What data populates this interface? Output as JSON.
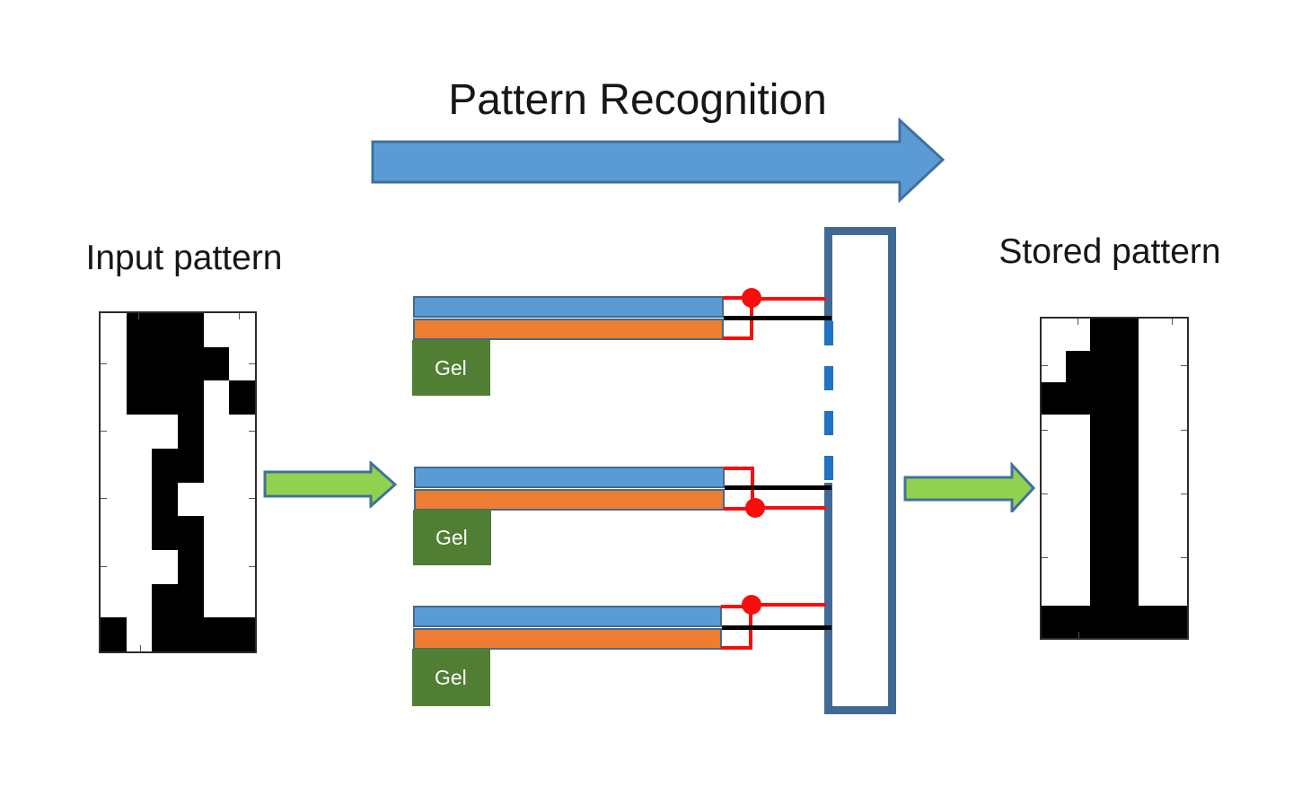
{
  "title": "Pattern Recognition",
  "input_label": "Input pattern",
  "stored_label": "Stored pattern",
  "devices": [
    {
      "gel_label": "Gel"
    },
    {
      "gel_label": "Gel"
    },
    {
      "gel_label": "Gel"
    }
  ],
  "input_pattern": {
    "rows": 10,
    "cols": 6,
    "grid": [
      [
        0,
        1,
        1,
        1,
        0,
        0
      ],
      [
        0,
        1,
        1,
        1,
        1,
        0
      ],
      [
        0,
        1,
        1,
        1,
        0,
        1
      ],
      [
        0,
        0,
        0,
        1,
        0,
        0
      ],
      [
        0,
        0,
        1,
        1,
        0,
        0
      ],
      [
        0,
        0,
        1,
        0,
        0,
        0
      ],
      [
        0,
        0,
        1,
        1,
        0,
        0
      ],
      [
        0,
        0,
        0,
        1,
        0,
        0
      ],
      [
        0,
        0,
        1,
        1,
        0,
        0
      ],
      [
        1,
        0,
        1,
        1,
        1,
        1
      ]
    ]
  },
  "stored_pattern": {
    "rows": 10,
    "cols": 6,
    "grid": [
      [
        0,
        0,
        1,
        1,
        0,
        0
      ],
      [
        0,
        1,
        1,
        1,
        0,
        0
      ],
      [
        1,
        1,
        1,
        1,
        0,
        0
      ],
      [
        0,
        0,
        1,
        1,
        0,
        0
      ],
      [
        0,
        0,
        1,
        1,
        0,
        0
      ],
      [
        0,
        0,
        1,
        1,
        0,
        0
      ],
      [
        0,
        0,
        1,
        1,
        0,
        0
      ],
      [
        0,
        0,
        1,
        1,
        0,
        0
      ],
      [
        0,
        0,
        1,
        1,
        0,
        0
      ],
      [
        1,
        1,
        1,
        1,
        1,
        1
      ]
    ]
  },
  "colors": {
    "arrow_blue": "#5b9bd5",
    "arrow_border": "#41719c",
    "green_arrow_fill": "#92d050",
    "green_arrow_border": "#41719c",
    "bar_blue": "#5b9bd5",
    "bar_orange": "#ed7d31",
    "bar_border": "#44698d",
    "gel_green": "#507e32",
    "comparator_border": "#406a94",
    "dash_blue": "#1f72c4",
    "wire_red": "#f80c0c",
    "wire_black": "#000000",
    "pattern_black": "#000000"
  }
}
